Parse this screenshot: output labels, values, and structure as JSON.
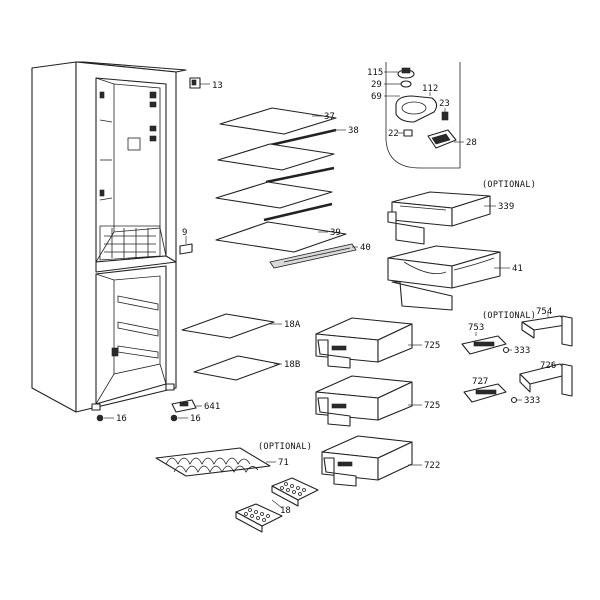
{
  "optional_notes": {
    "drawers": "(OPTIONAL)",
    "brackets": "(OPTIONAL)",
    "wine_rack": "(OPTIONAL)"
  },
  "labels": {
    "p13": "13",
    "p37": "37",
    "p38": "38",
    "p39": "39",
    "p40": "40",
    "p9": "9",
    "p115": "115",
    "p29": "29",
    "p69": "69",
    "p112": "112",
    "p23": "23",
    "p22": "22",
    "p28": "28",
    "p339": "339",
    "p41": "41",
    "p18A": "18A",
    "p18B": "18B",
    "p725a": "725",
    "p725b": "725",
    "p722": "722",
    "p753": "753",
    "p754": "754",
    "p333a": "333",
    "p726": "726",
    "p727": "727",
    "p333b": "333",
    "p641": "641",
    "p16a": "16",
    "p16b": "16",
    "p71": "71",
    "p18": "18"
  }
}
